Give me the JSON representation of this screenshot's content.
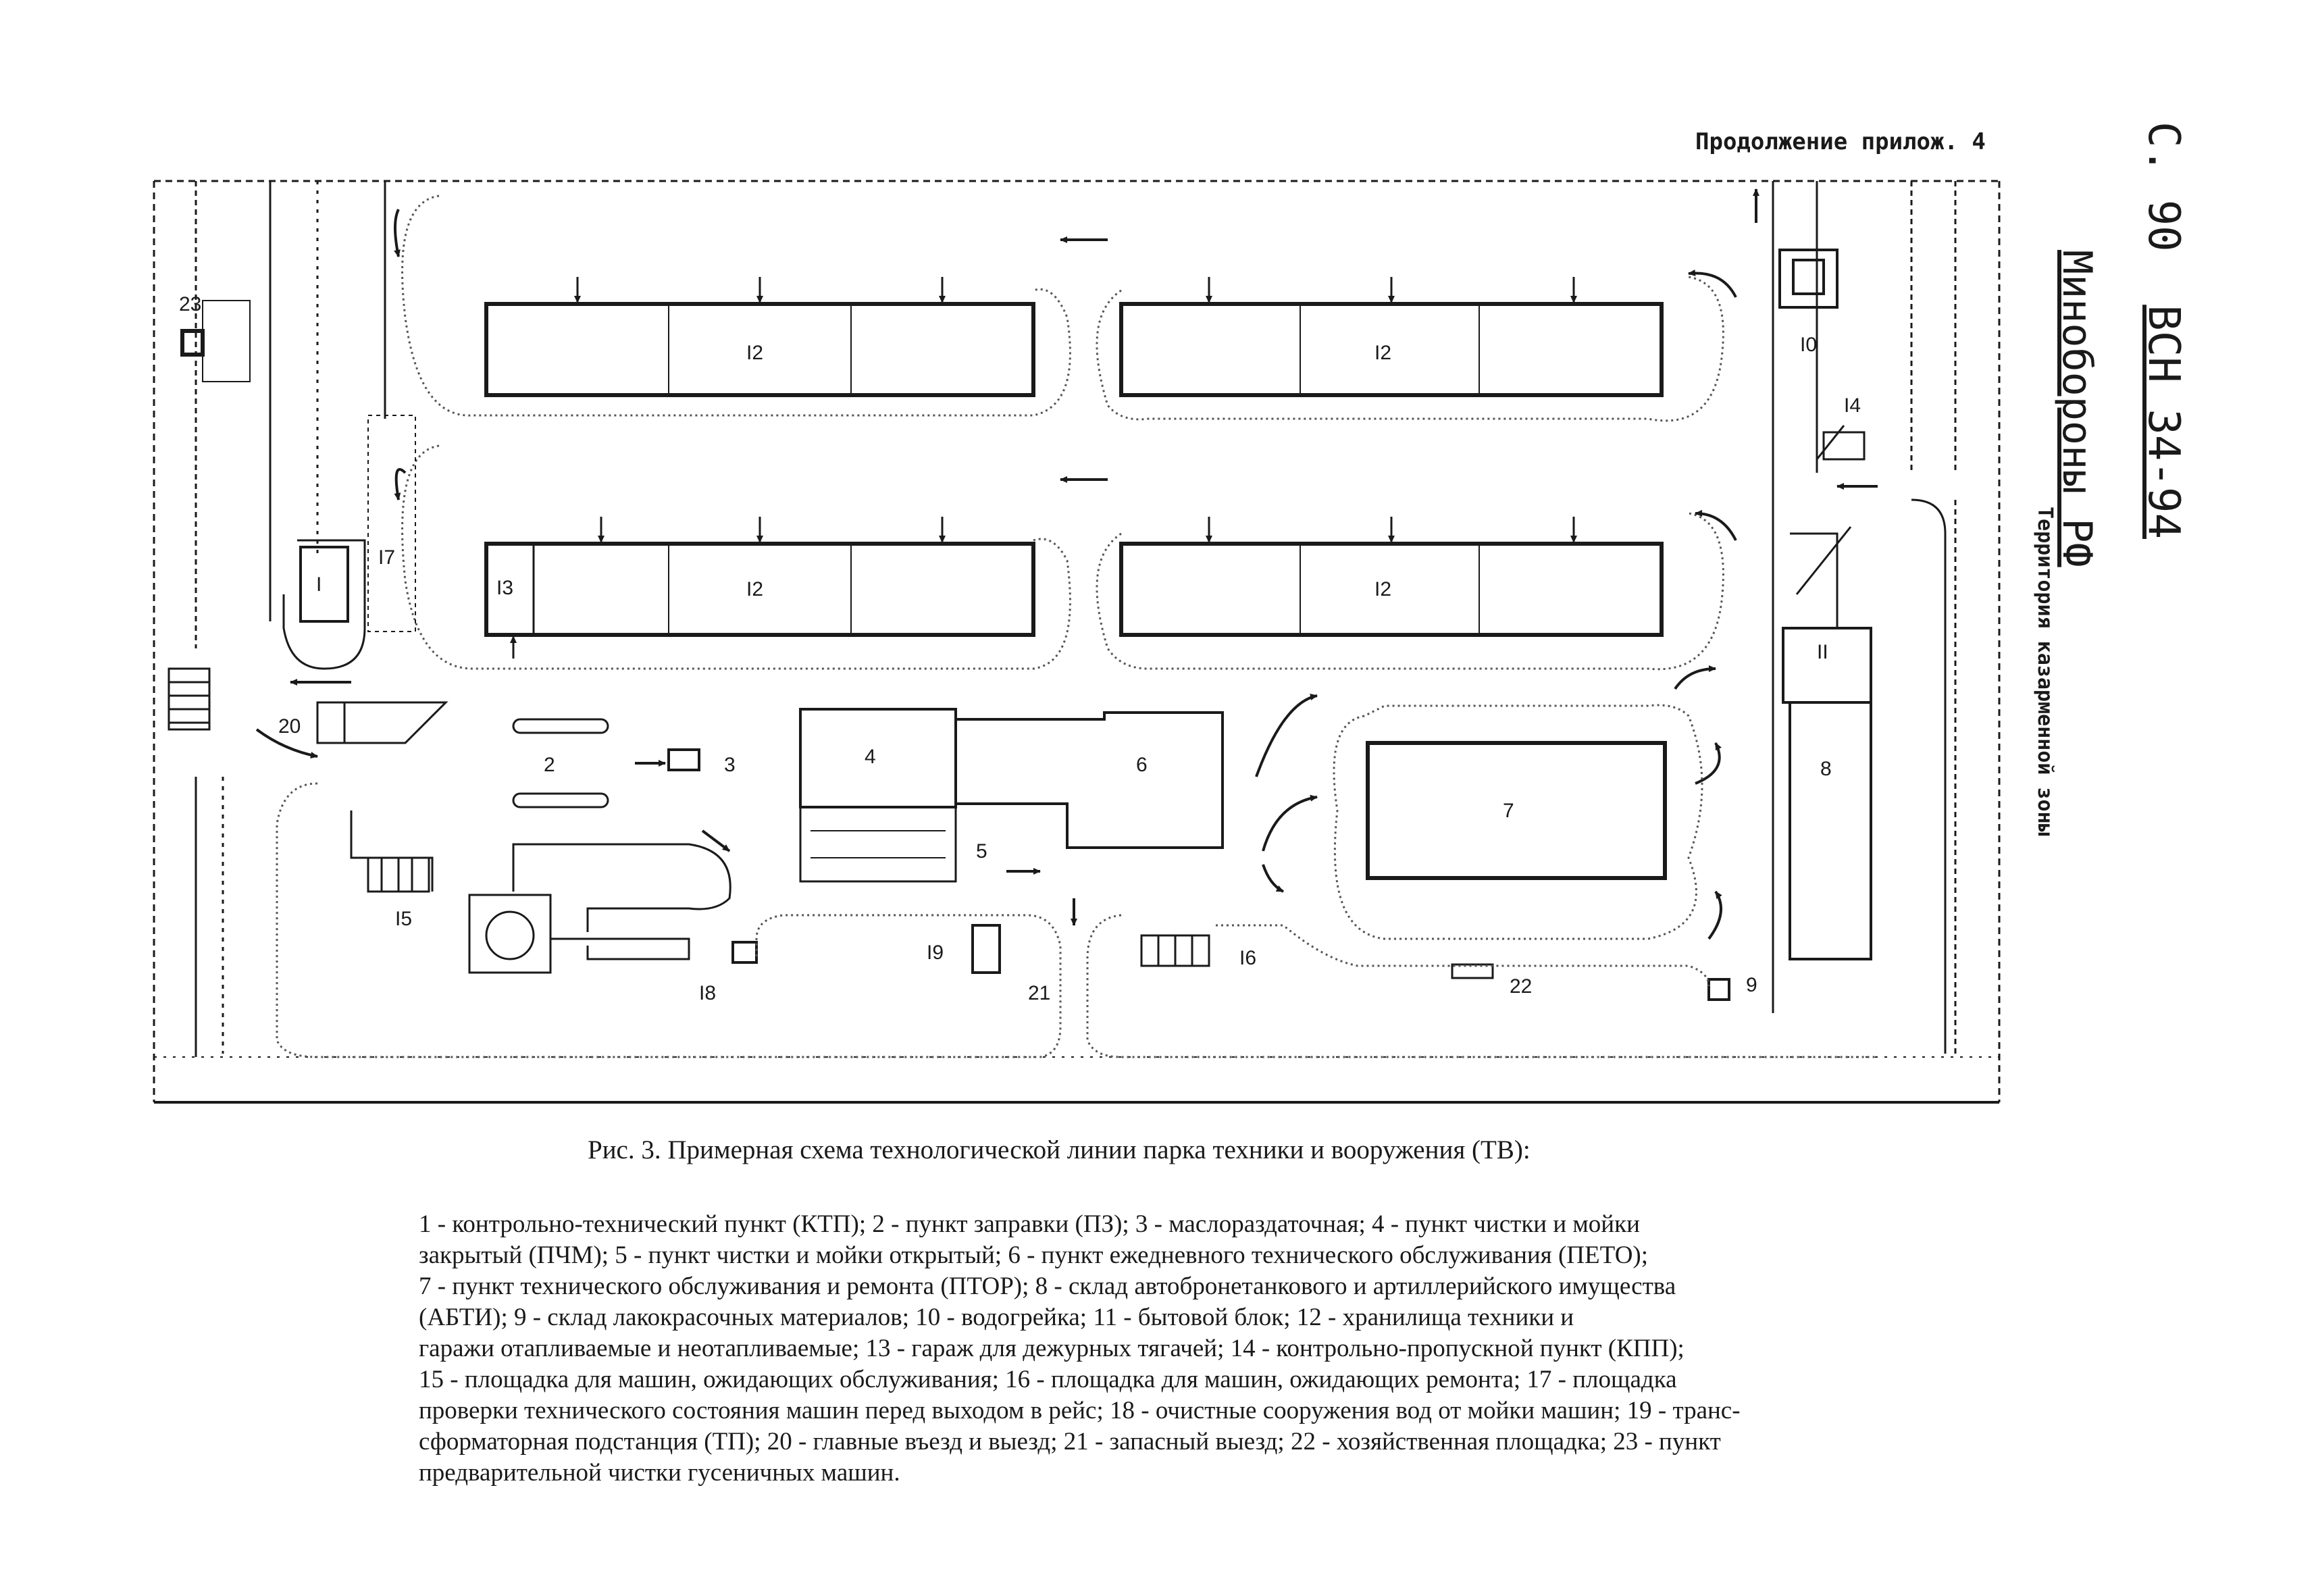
{
  "header": {
    "continuation": "Продолжение прилож. 4",
    "page_ref": "С. 90",
    "doc_code": "ВСН 34-94",
    "ministry": "Минобороны РФ",
    "side_label": "Территория казарменной зоны"
  },
  "plan_labels": {
    "n1": "I",
    "n2": "2",
    "n3": "3",
    "n4": "4",
    "n5": "5",
    "n6": "6",
    "n7": "7",
    "n8": "8",
    "n9": "9",
    "n10": "I0",
    "n11": "II",
    "n12a": "I2",
    "n12b": "I2",
    "n12c": "I2",
    "n12d": "I2",
    "n13": "I3",
    "n14": "I4",
    "n15": "I5",
    "n16": "I6",
    "n17": "I7",
    "n18": "I8",
    "n19": "I9",
    "n20": "20",
    "n21": "21",
    "n22": "22",
    "n23": "23"
  },
  "caption": "Рис. 3.   Примерная схема технологической линии парка техники и вооружения (ТВ):",
  "legend_lines": [
    "1 - контрольно-технический пункт (КТП);  2 - пункт  заправки (ПЗ);  3 - маслораздаточная;  4 - пункт чистки и мойки",
    "закрытый (ПЧМ);  5 - пункт чистки и мойки открытый;  6 - пункт  ежедневного  технического  обслуживания  (ПЕТО);",
    "7 - пункт технического обслуживания и ремонта (ПТОР);  8 - склад автобронетанкового и артиллерийского имущества",
    "(АБТИ);  9 - склад лакокрасочных материалов;   10 - водогрейка;  11 - бытовой блок;  12 - хранилища техники и",
    "гаражи отапливаемые и неотапливаемые;  13 - гараж для дежурных тягачей;  14 - контрольно-пропускной пункт (КПП);",
    "15 - площадка для машин, ожидающих обслуживания;  16 - площадка для машин, ожидающих ремонта;  17 - площадка",
    "проверки технического состояния машин перед выходом в рейс;  18 - очистные сооружения вод от мойки машин;  19 - транс-",
    "сформаторная подстанция (ТП);  20 - главные въезд и выезд;  21 - запасный выезд;  22 - хозяйственная площадка; 23 - пункт",
    "предварительной   чистки гусеничных машин."
  ]
}
